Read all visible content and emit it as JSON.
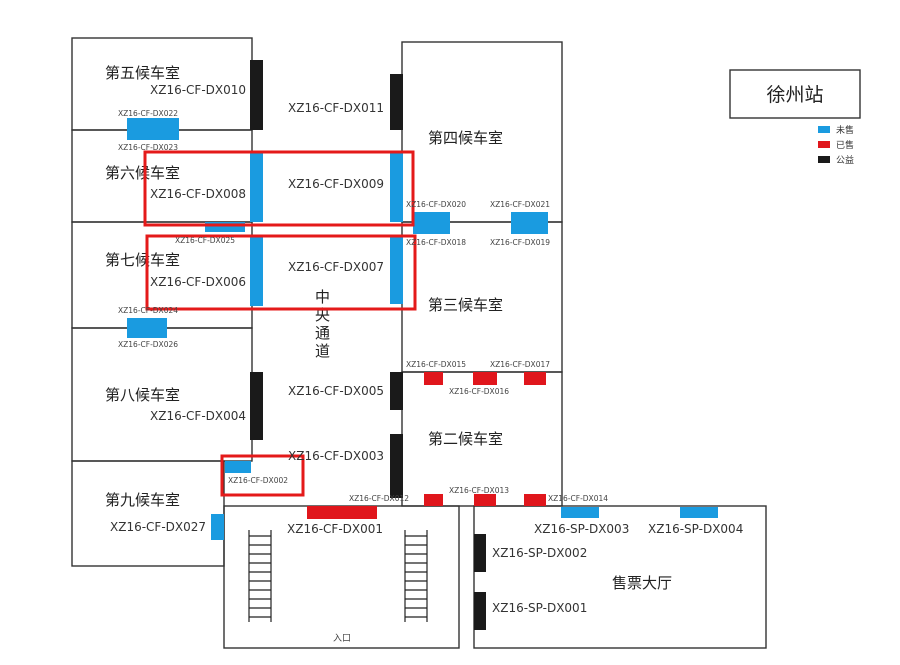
{
  "station_name": "徐州站",
  "legend": {
    "unsold": {
      "label": "未售",
      "color": "#1a9be0"
    },
    "sold": {
      "label": "已售",
      "color": "#e0161c"
    },
    "public": {
      "label": "公益",
      "color": "#1a1a1a"
    }
  },
  "rooms": {
    "waiting_5": "第五候车室",
    "waiting_6": "第六候车室",
    "waiting_7": "第七候车室",
    "waiting_8": "第八候车室",
    "waiting_9": "第九候车室",
    "waiting_4": "第四候车室",
    "waiting_3": "第三候车室",
    "waiting_2": "第二候车室",
    "ticket_hall": "售票大厅",
    "central_corridor": "中央通道",
    "entrance": "入口"
  },
  "codes": {
    "dx010": "XZ16-CF-DX010",
    "dx022": "XZ16-CF-DX022",
    "dx023": "XZ16-CF-DX023",
    "dx008": "XZ16-CF-DX008",
    "dx025": "XZ16-CF-DX025",
    "dx006": "XZ16-CF-DX006",
    "dx024": "XZ16-CF-DX024",
    "dx026": "XZ16-CF-DX026",
    "dx004": "XZ16-CF-DX004",
    "dx002": "XZ16-CF-DX002",
    "dx027": "XZ16-CF-DX027",
    "dx011": "XZ16-CF-DX011",
    "dx009": "XZ16-CF-DX009",
    "dx007": "XZ16-CF-DX007",
    "dx005": "XZ16-CF-DX005",
    "dx003": "XZ16-CF-DX003",
    "dx001": "XZ16-CF-DX001",
    "dx020": "XZ16-CF-DX020",
    "dx021": "XZ16-CF-DX021",
    "dx018": "XZ16-CF-DX018",
    "dx019": "XZ16-CF-DX019",
    "dx015": "XZ16-CF-DX015",
    "dx017": "XZ16-CF-DX017",
    "dx016": "XZ16-CF-DX016",
    "dx012": "XZ16-CF-DX012",
    "dx013": "XZ16-CF-DX013",
    "dx014": "XZ16-CF-DX014",
    "sp003": "XZ16-SP-DX003",
    "sp004": "XZ16-SP-DX004",
    "sp002": "XZ16-SP-DX002",
    "sp001": "XZ16-SP-DX001"
  }
}
